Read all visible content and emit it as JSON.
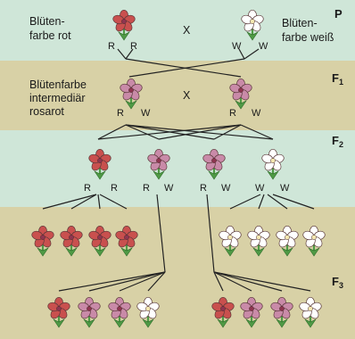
{
  "diagram": {
    "bands": {
      "p": "#cfe6d8",
      "f1": "#d8d1a6",
      "f2": "#cfe6d8",
      "f3": "#d8d1a6"
    },
    "colors": {
      "red": "#c9504e",
      "pink": "#c98aa8",
      "white": "#ffffff",
      "stem": "#4f9a45",
      "line": "#222222"
    },
    "generations": {
      "p": "P",
      "f1": "F",
      "f1_sub": "1",
      "f2": "F",
      "f2_sub": "2",
      "f3": "F",
      "f3_sub": "3"
    },
    "labels": {
      "p_left_line1": "Blüten-",
      "p_left_line2": "farbe rot",
      "p_right_line1": "Blüten-",
      "p_right_line2": "farbe weiß",
      "p_cross": "X",
      "f1_line1": "Blütenfarbe",
      "f1_line2": "intermediär",
      "f1_line3": "rosarot",
      "f1_cross": "X"
    },
    "alleles": {
      "p_red": [
        "R",
        "R"
      ],
      "p_white": [
        "W",
        "W"
      ],
      "f1_left": [
        "R",
        "W"
      ],
      "f1_right": [
        "R",
        "W"
      ],
      "f2_1": [
        "R",
        "R"
      ],
      "f2_2": [
        "R",
        "W"
      ],
      "f2_3": [
        "R",
        "W"
      ],
      "f2_4": [
        "W",
        "W"
      ]
    },
    "flowers": {
      "p": [
        "red",
        "white"
      ],
      "f1": [
        "pink",
        "pink"
      ],
      "f2": [
        "red",
        "pink",
        "pink",
        "white"
      ],
      "f3_upper": [
        "red",
        "red",
        "red",
        "red",
        "white",
        "white",
        "white",
        "white"
      ],
      "f3_lower": [
        "red",
        "pink",
        "pink",
        "white",
        "red",
        "pink",
        "pink",
        "white"
      ]
    }
  }
}
